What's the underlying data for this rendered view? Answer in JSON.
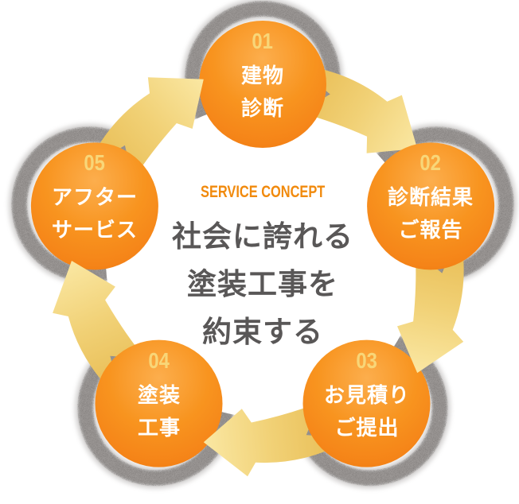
{
  "center": {
    "eyebrow": "SERVICE CONCEPT",
    "title": "社会に誇れる\n塗装工事を\n約束する"
  },
  "steps": [
    {
      "number": "01",
      "label": "建物\n診断"
    },
    {
      "number": "02",
      "label": "診断結果\nご報告"
    },
    {
      "number": "03",
      "label": "お見積り\nご提出"
    },
    {
      "number": "04",
      "label": "塗装\n工事"
    },
    {
      "number": "05",
      "label": "アフター\nサービス"
    }
  ],
  "colors": {
    "circle_orange_light": "#fcae4d",
    "circle_orange": "#f8941f",
    "circle_orange_deep": "#ef7b10",
    "number_gold": "#f8d678",
    "label_white": "#ffffff",
    "arrow_gold_dark": "#e8bd55",
    "arrow_gold_light": "#fae7a2",
    "ring_gray": "#8d8987",
    "eyebrow_orange": "#f18a0d",
    "title_gray": "#595757",
    "background": "#ffffff"
  }
}
